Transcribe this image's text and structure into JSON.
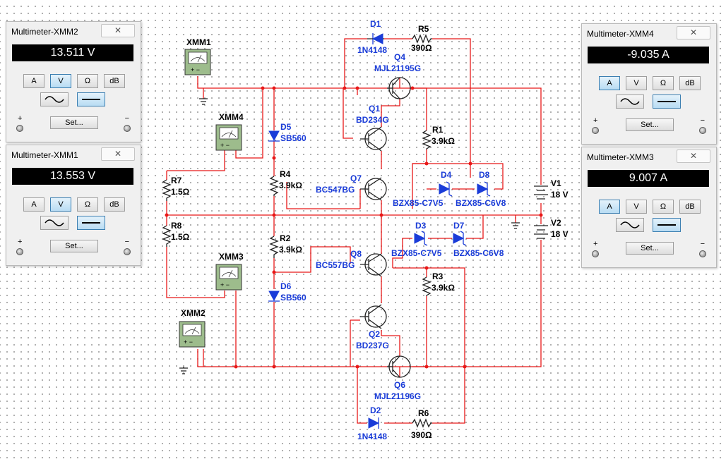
{
  "multimeters": {
    "xmm2": {
      "title": "Multimeter-XMM2",
      "reading": "13.511 V",
      "mode": "V"
    },
    "xmm1": {
      "title": "Multimeter-XMM1",
      "reading": "13.553 V",
      "mode": "V"
    },
    "xmm4": {
      "title": "Multimeter-XMM4",
      "reading": "-9.035 A",
      "mode": "A"
    },
    "xmm3": {
      "title": "Multimeter-XMM3",
      "reading": "9.007 A",
      "mode": "A"
    }
  },
  "meter_ui": {
    "btn_a": "A",
    "btn_v": "V",
    "btn_ohm": "Ω",
    "btn_db": "dB",
    "set_label": "Set...",
    "plus": "+",
    "minus": "−",
    "close": "✕"
  },
  "instruments": {
    "xmm1": "XMM1",
    "xmm2": "XMM2",
    "xmm3": "XMM3",
    "xmm4": "XMM4"
  },
  "components": {
    "d1": {
      "ref": "D1",
      "value": "1N4148"
    },
    "d2": {
      "ref": "D2",
      "value": "1N4148"
    },
    "r5": {
      "ref": "R5",
      "value": "390Ω"
    },
    "r6": {
      "ref": "R6",
      "value": "390Ω"
    },
    "q4": {
      "ref": "Q4",
      "value": "MJL21195G"
    },
    "q6": {
      "ref": "Q6",
      "value": "MJL21196G"
    },
    "q1": {
      "ref": "Q1",
      "value": "BD234G"
    },
    "q2": {
      "ref": "Q2",
      "value": "BD237G"
    },
    "q7": {
      "ref": "Q7",
      "value": "BC547BG"
    },
    "q8": {
      "ref": "Q8",
      "value": "BC557BG"
    },
    "r1": {
      "ref": "R1",
      "value": "3.9kΩ"
    },
    "r2": {
      "ref": "R2",
      "value": "3.9kΩ"
    },
    "r3": {
      "ref": "R3",
      "value": "3.9kΩ"
    },
    "r4": {
      "ref": "R4",
      "value": "3.9kΩ"
    },
    "r7": {
      "ref": "R7",
      "value": "1.5Ω"
    },
    "r8": {
      "ref": "R8",
      "value": "1.5Ω"
    },
    "d5": {
      "ref": "D5",
      "value": "SB560"
    },
    "d6": {
      "ref": "D6",
      "value": "SB560"
    },
    "d3": {
      "ref": "D3",
      "value": "BZX85-C7V5"
    },
    "d4": {
      "ref": "D4",
      "value": "BZX85-C7V5"
    },
    "d7": {
      "ref": "D7",
      "value": "BZX85-C6V8"
    },
    "d8": {
      "ref": "D8",
      "value": "BZX85-C6V8"
    },
    "v1": {
      "ref": "V1",
      "value": "18 V"
    },
    "v2": {
      "ref": "V2",
      "value": "18 V"
    }
  }
}
